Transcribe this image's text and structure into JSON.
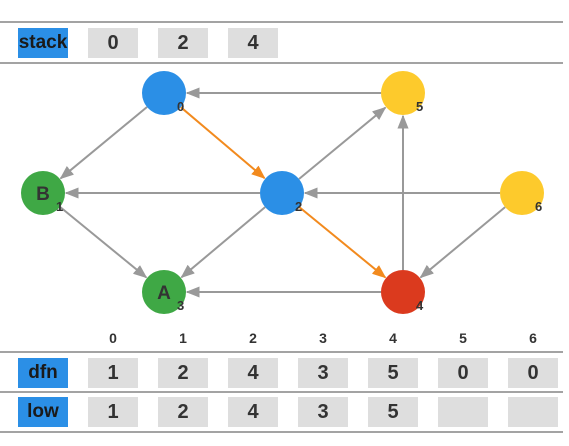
{
  "stack": {
    "label": "stack",
    "items": [
      "0",
      "2",
      "4"
    ]
  },
  "indices": [
    "0",
    "1",
    "2",
    "3",
    "4",
    "5",
    "6"
  ],
  "dfn": {
    "label": "dfn",
    "values": [
      "1",
      "2",
      "4",
      "3",
      "5",
      "0",
      "0"
    ]
  },
  "low": {
    "label": "low",
    "values": [
      "1",
      "2",
      "4",
      "3",
      "5",
      "",
      ""
    ]
  },
  "graph": {
    "nodes": [
      {
        "id": "0",
        "letter": "",
        "color": "#2b8fe6"
      },
      {
        "id": "1",
        "letter": "B",
        "color": "#3fa845"
      },
      {
        "id": "2",
        "letter": "",
        "color": "#2b8fe6"
      },
      {
        "id": "3",
        "letter": "A",
        "color": "#3fa845"
      },
      {
        "id": "4",
        "letter": "",
        "color": "#db3a1e"
      },
      {
        "id": "5",
        "letter": "",
        "color": "#fdca2c"
      },
      {
        "id": "6",
        "letter": "",
        "color": "#fdca2c"
      }
    ],
    "edges": [
      {
        "from": "0",
        "to": "1",
        "color": "#999999"
      },
      {
        "from": "0",
        "to": "2",
        "color": "#f28a1e"
      },
      {
        "from": "1",
        "to": "3",
        "color": "#999999"
      },
      {
        "from": "2",
        "to": "1",
        "color": "#999999"
      },
      {
        "from": "2",
        "to": "3",
        "color": "#999999"
      },
      {
        "from": "2",
        "to": "4",
        "color": "#f28a1e"
      },
      {
        "from": "2",
        "to": "5",
        "color": "#999999"
      },
      {
        "from": "4",
        "to": "3",
        "color": "#999999"
      },
      {
        "from": "4",
        "to": "5",
        "color": "#999999"
      },
      {
        "from": "5",
        "to": "0",
        "color": "#999999"
      },
      {
        "from": "6",
        "to": "2",
        "color": "#999999"
      },
      {
        "from": "6",
        "to": "4",
        "color": "#999999"
      }
    ]
  }
}
